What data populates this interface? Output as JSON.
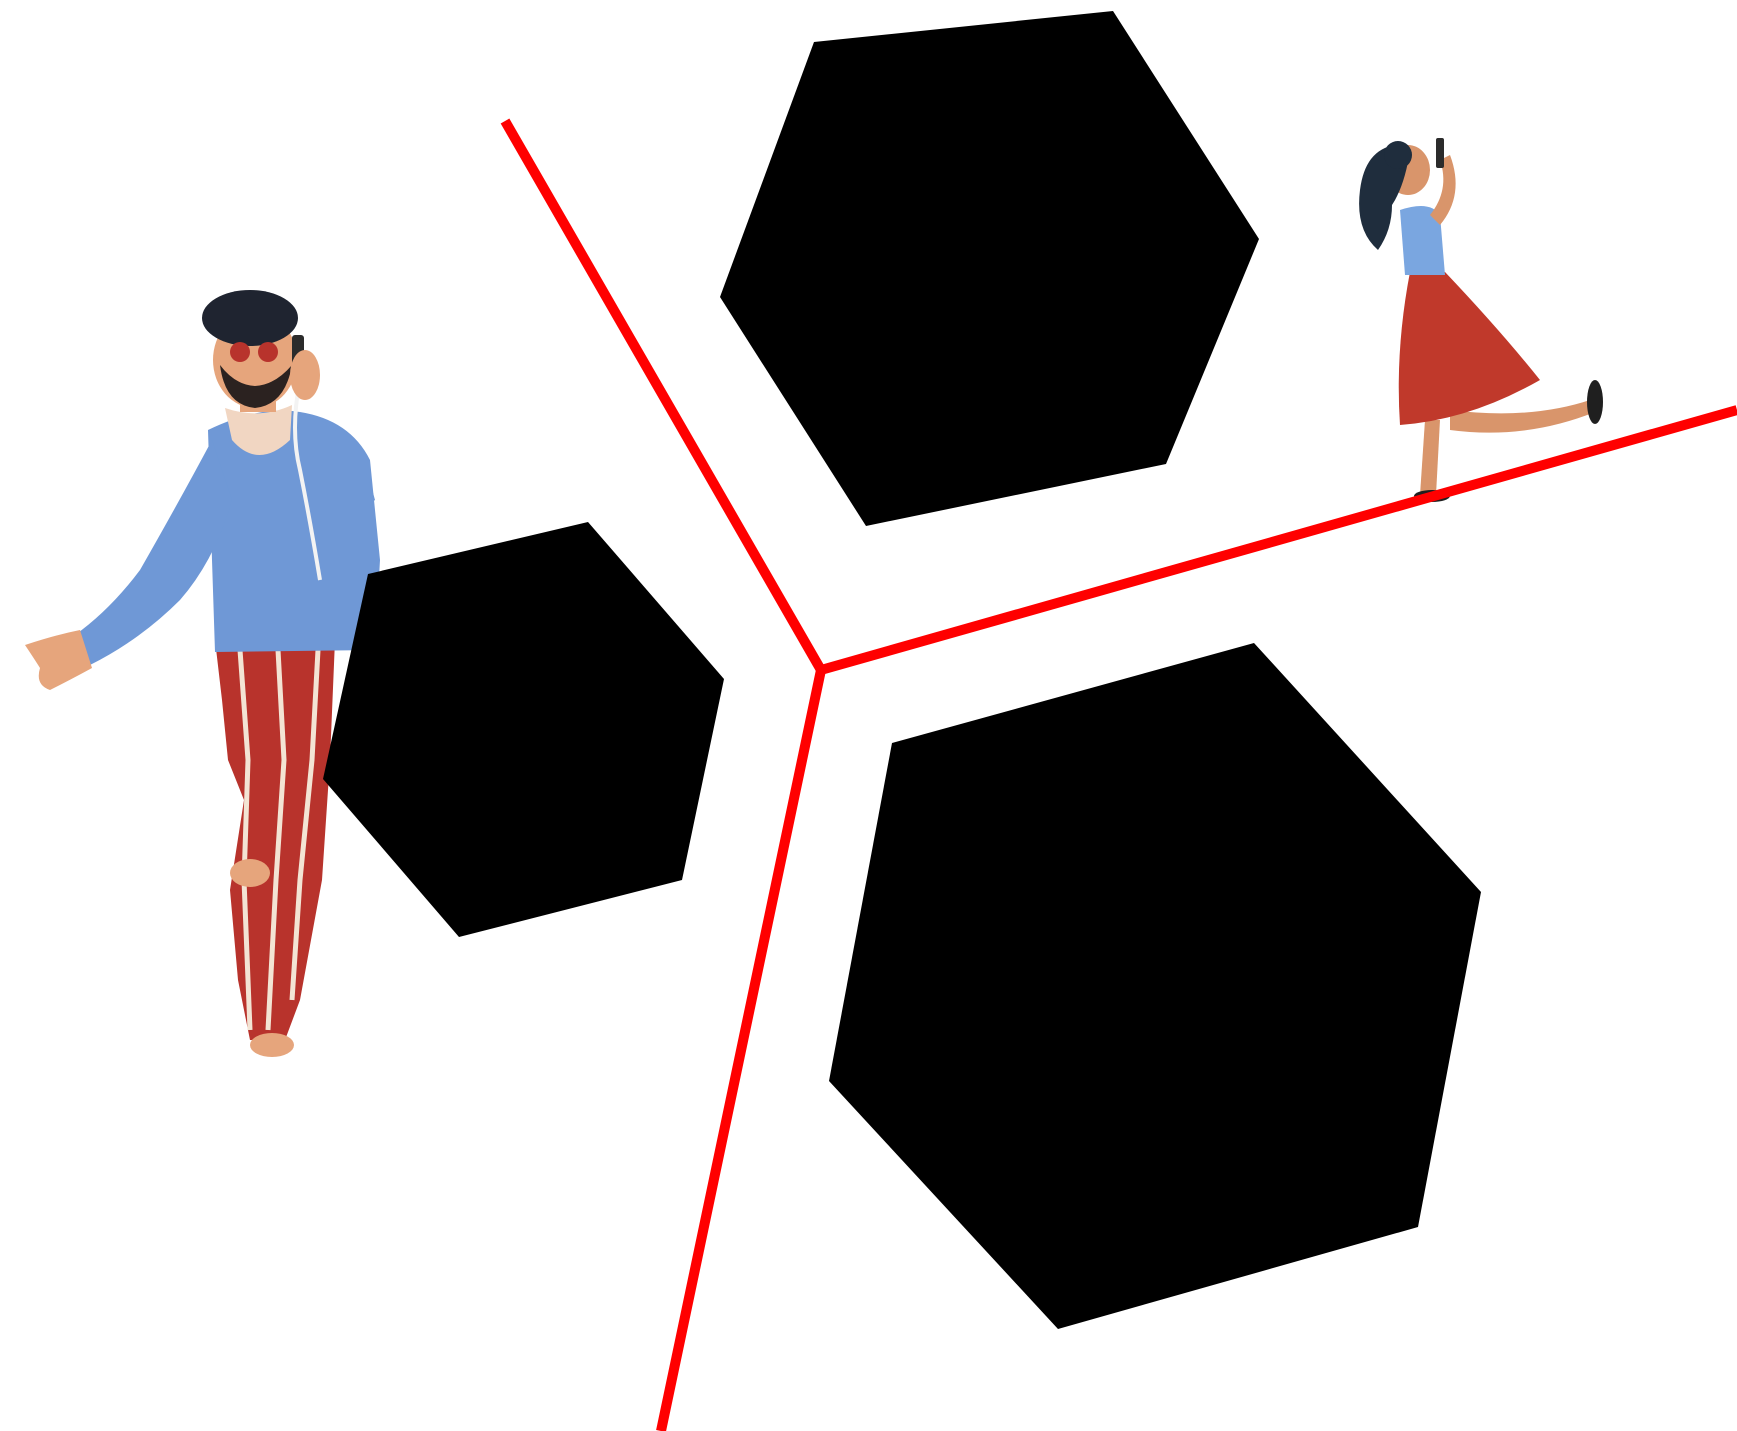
{
  "colors": {
    "background": "#ffffff",
    "hexagon": "#000000",
    "divider": "#ff0000",
    "sweater_blue": "#6f98d6",
    "stripe_red": "#b8332c",
    "skirt_red": "#c0392b",
    "skin": "#e6a57c",
    "hair": "#1f2d3d",
    "top_blue": "#7aa6e0"
  },
  "scene": {
    "shapes": [
      "hexagon-small",
      "hexagon-top",
      "hexagon-large"
    ],
    "dividers": [
      "red-divider-line"
    ],
    "illustrations": [
      "man-talking-on-phone",
      "woman-taking-selfie"
    ]
  }
}
